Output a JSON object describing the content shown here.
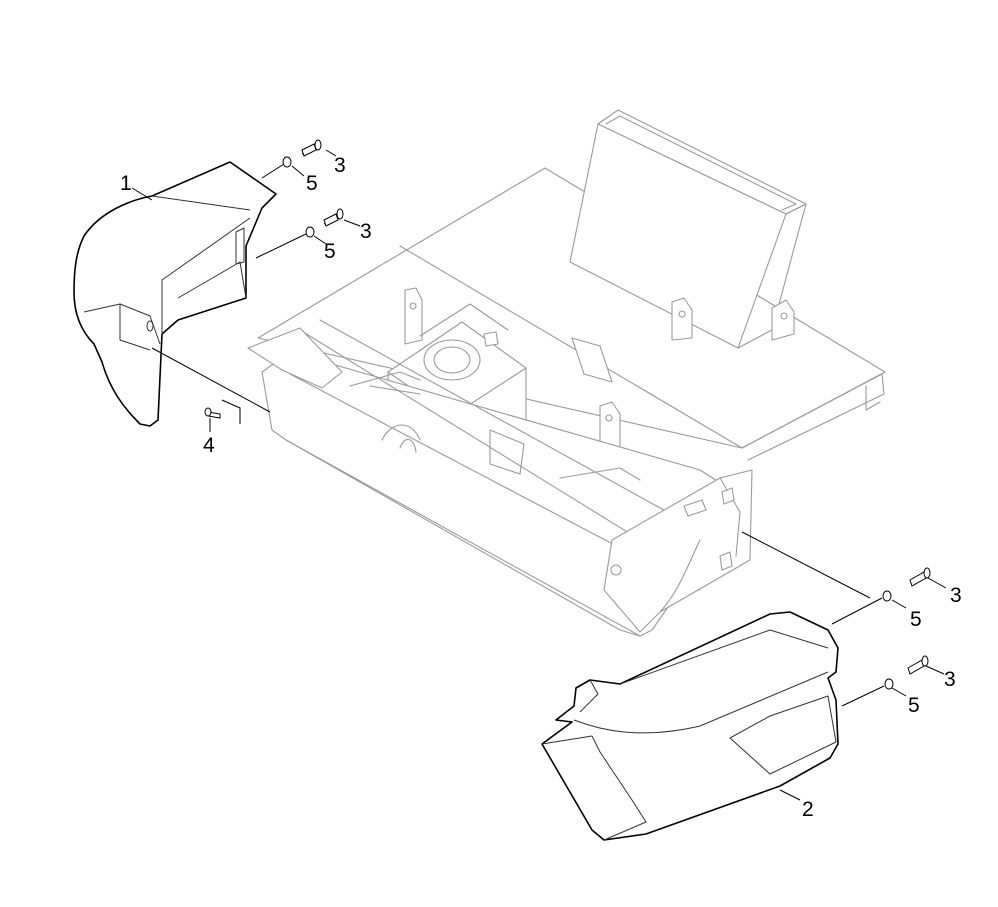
{
  "callouts": {
    "c1": "1",
    "c2": "2",
    "c3a": "3",
    "c3b": "3",
    "c3c": "3",
    "c3d": "3",
    "c4": "4",
    "c5a": "5",
    "c5b": "5",
    "c5c": "5",
    "c5d": "5"
  },
  "colors": {
    "part_outline": "#000000",
    "frame_outline": "#9a9a9a",
    "background": "#ffffff"
  }
}
